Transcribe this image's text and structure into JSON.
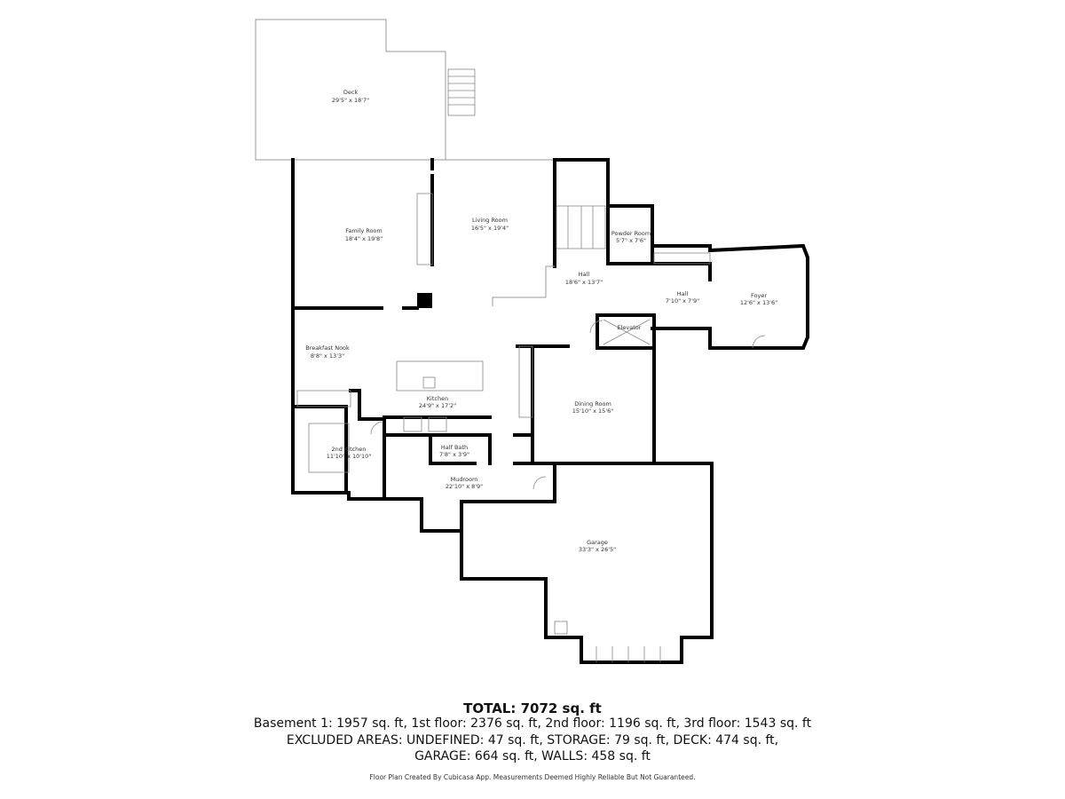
{
  "rooms": [
    {
      "name": "Deck",
      "dims": "29'5\" x 18'7\""
    },
    {
      "name": "Family Room",
      "dims": "18'4\" x 19'8\""
    },
    {
      "name": "Living Room",
      "dims": "16'5\" x 19'4\""
    },
    {
      "name": "Powder Room",
      "dims": "5'7\" x 7'6\""
    },
    {
      "name": "Hall",
      "dims": "18'6\" x 13'7\""
    },
    {
      "name": "Hall",
      "dims": "7'10\" x 7'9\""
    },
    {
      "name": "Foyer",
      "dims": "12'6\" x 13'6\""
    },
    {
      "name": "Elevator",
      "dims": ""
    },
    {
      "name": "Breakfast Nook",
      "dims": "8'8\" x 13'3\""
    },
    {
      "name": "Kitchen",
      "dims": "24'9\" x 17'2\""
    },
    {
      "name": "Dining Room",
      "dims": "15'10\" x 15'6\""
    },
    {
      "name": "2nd Kitchen",
      "dims": "11'10\" x 10'10\""
    },
    {
      "name": "Half Bath",
      "dims": "7'8\" x 3'9\""
    },
    {
      "name": "Mudroom",
      "dims": "22'10\" x 8'9\""
    },
    {
      "name": "Garage",
      "dims": "33'3\" x 26'5\""
    }
  ],
  "summary": {
    "total": "TOTAL: 7072 sq. ft",
    "line1": "Basement 1: 1957 sq. ft, 1st floor: 2376 sq. ft, 2nd floor: 1196 sq. ft, 3rd floor: 1543 sq. ft",
    "line2": "EXCLUDED AREAS: UNDEFINED: 47 sq. ft, STORAGE: 79 sq. ft, DECK: 474 sq. ft,",
    "line3": "GARAGE: 664 sq. ft, WALLS: 458 sq. ft"
  },
  "credit": "Floor Plan Created By Cubicasa App. Measurements Deemed Highly Reliable But Not Guaranteed.",
  "colors": {
    "wall": "#000000",
    "outline": "#999999",
    "text": "#333333"
  }
}
